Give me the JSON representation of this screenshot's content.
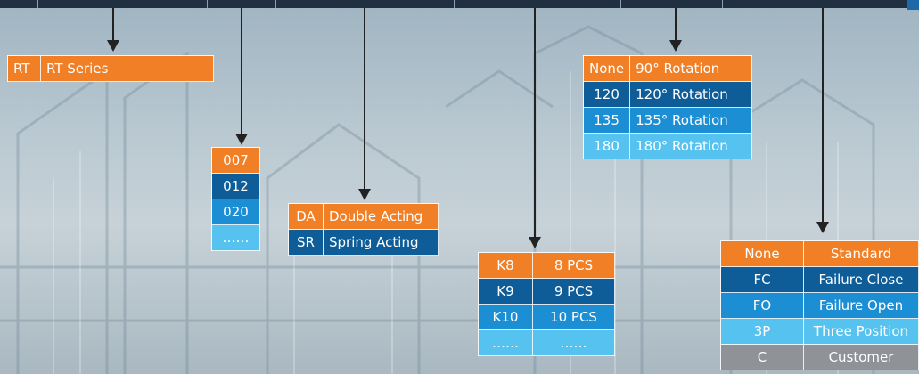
{
  "rt_series": {
    "code": "RT",
    "label": "RT Series"
  },
  "size": {
    "rows": [
      "007",
      "012",
      "020",
      "……"
    ]
  },
  "acting": {
    "rows": [
      {
        "code": "DA",
        "label": "Double Acting"
      },
      {
        "code": "SR",
        "label": "Spring Acting"
      }
    ]
  },
  "springs": {
    "rows": [
      {
        "code": "K8",
        "label": "8 PCS"
      },
      {
        "code": "K9",
        "label": "9 PCS"
      },
      {
        "code": "K10",
        "label": "10 PCS"
      },
      {
        "code": "……",
        "label": "……"
      }
    ]
  },
  "rotation": {
    "rows": [
      {
        "code": "None",
        "label": "90° Rotation"
      },
      {
        "code": "120",
        "label": "120° Rotation"
      },
      {
        "code": "135",
        "label": "135° Rotation"
      },
      {
        "code": "180",
        "label": "180° Rotation"
      }
    ]
  },
  "function": {
    "rows": [
      {
        "code": "None",
        "label": "Standard"
      },
      {
        "code": "FC",
        "label": "Failure Close"
      },
      {
        "code": "FO",
        "label": "Failure Open"
      },
      {
        "code": "3P",
        "label": "Three Position"
      },
      {
        "code": "C",
        "label": "Customer"
      }
    ]
  },
  "colors": {
    "orange": "#f07f25",
    "dark_blue": "#0e5d98",
    "mid_blue": "#1b8ed4",
    "light_blue": "#56c2ef",
    "gray": "#8f9398"
  }
}
